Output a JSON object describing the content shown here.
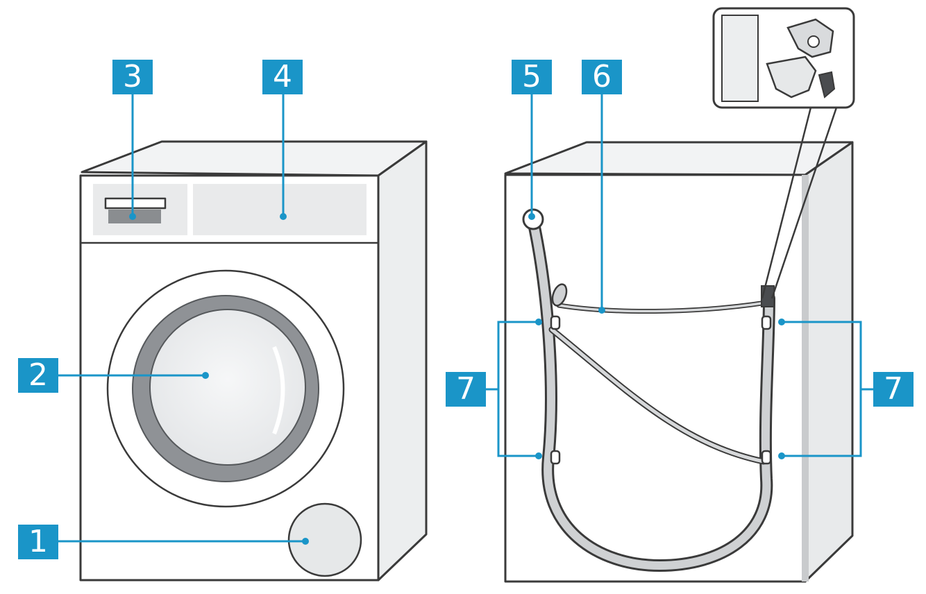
{
  "callouts": {
    "c1": "1",
    "c2": "2",
    "c3": "3",
    "c4": "4",
    "c5": "5",
    "c6": "6",
    "c7_left": "7",
    "c7_right": "7"
  },
  "colors": {
    "callout": "#1a95c8",
    "outline": "#3a3a3a",
    "panel": "#e9eaeb",
    "hose": "#cfd1d3"
  }
}
